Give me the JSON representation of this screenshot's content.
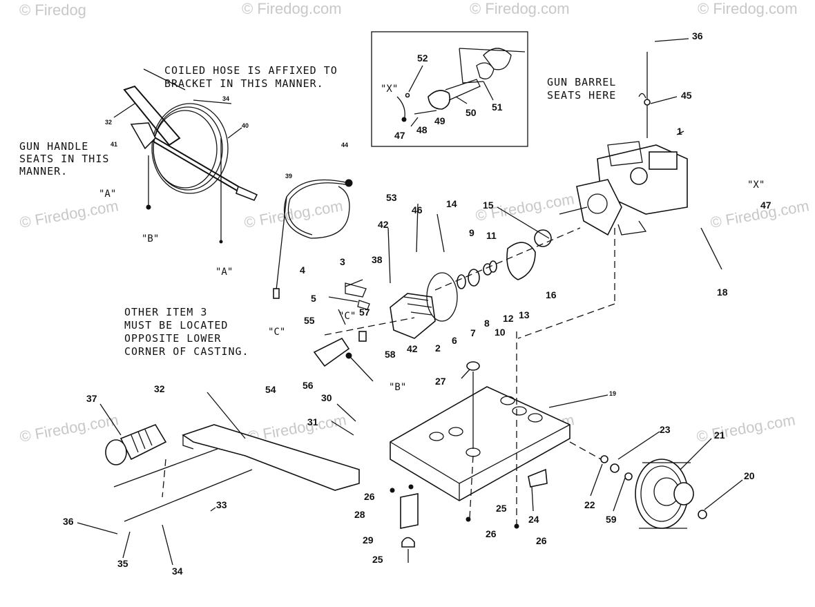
{
  "watermark": {
    "top_left": "© Firedog",
    "repeated": "© Firedog.com"
  },
  "notes": {
    "coiled_hose_line1": "COILED HOSE IS AFFIXED TO",
    "coiled_hose_line2": "BRACKET IN THIS MANNER.",
    "gun_handle_line1": "GUN HANDLE",
    "gun_handle_line2": "SEATS IN THIS",
    "gun_handle_line3": "MANNER.",
    "gun_barrel_line1": "GUN BARREL",
    "gun_barrel_line2": "SEATS HERE",
    "other_item_line1": "OTHER ITEM 3",
    "other_item_line2": "MUST BE LOCATED",
    "other_item_line3": "OPPOSITE LOWER",
    "other_item_line4": "CORNER OF CASTING."
  },
  "refs": {
    "A": "\"A\"",
    "B": "\"B\"",
    "C": "\"C\"",
    "X": "\"X\""
  },
  "callouts": {
    "c1": "1",
    "c2": "2",
    "c3": "3",
    "c4": "4",
    "c5": "5",
    "c6": "6",
    "c7": "7",
    "c8": "8",
    "c9": "9",
    "c10": "10",
    "c11": "11",
    "c12": "12",
    "c13": "13",
    "c14": "14",
    "c15": "15",
    "c16": "16",
    "c18": "18",
    "c19": "19",
    "c20": "20",
    "c21": "21",
    "c22": "22",
    "c23": "23",
    "c24": "24",
    "c25a": "25",
    "c25b": "25",
    "c26a": "26",
    "c26b": "26",
    "c26c": "26",
    "c27": "27",
    "c28": "28",
    "c29": "29",
    "c30": "30",
    "c31": "31",
    "c32": "32",
    "c32s": "32",
    "c33": "33",
    "c34": "34",
    "c34s": "34",
    "c35": "35",
    "c36a": "36",
    "c36b": "36",
    "c37": "37",
    "c38": "38",
    "c39": "39",
    "c40": "40",
    "c41": "41",
    "c42a": "42",
    "c42b": "42",
    "c44": "44",
    "c45": "45",
    "c46": "46",
    "c47a": "47",
    "c47b": "47",
    "c48": "48",
    "c49": "49",
    "c50": "50",
    "c51": "51",
    "c52": "52",
    "c53": "53",
    "c54": "54",
    "c55": "55",
    "c56": "56",
    "c57": "57",
    "c58": "58",
    "c59": "59"
  }
}
